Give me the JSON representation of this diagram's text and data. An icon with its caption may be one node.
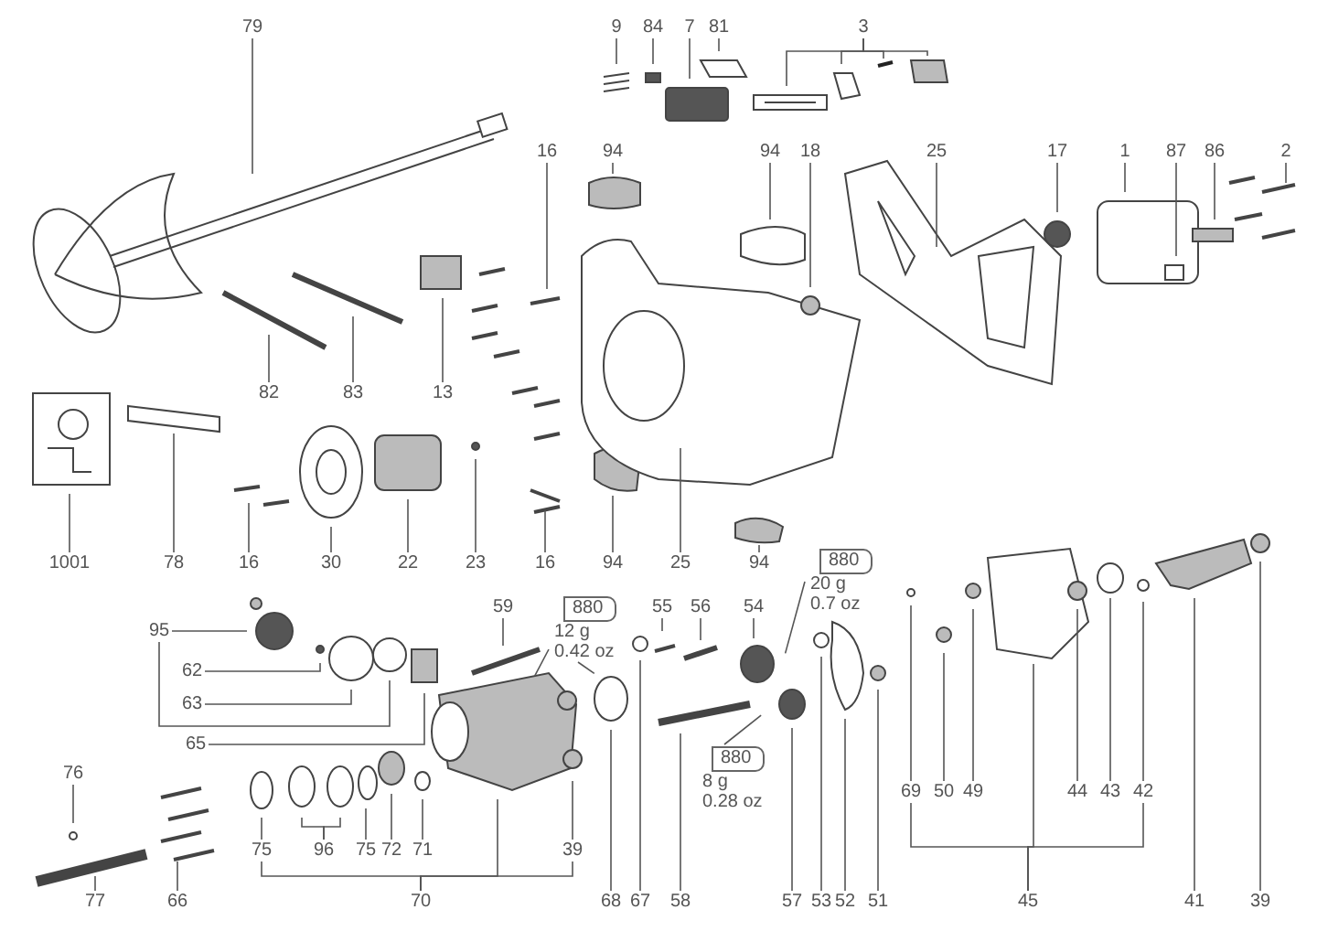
{
  "diagram": {
    "nodes": [
      {
        "text": [
          "79"
        ]
      },
      {
        "text": [
          "9"
        ]
      },
      {
        "text": [
          "84"
        ]
      },
      {
        "text": [
          "7"
        ]
      },
      {
        "text": [
          "81"
        ]
      },
      {
        "text": [
          "3"
        ]
      },
      {
        "text": [
          "16"
        ]
      },
      {
        "text": [
          "94"
        ]
      },
      {
        "text": [
          "94"
        ]
      },
      {
        "text": [
          "18"
        ]
      },
      {
        "text": [
          "25"
        ]
      },
      {
        "text": [
          "17"
        ]
      },
      {
        "text": [
          "1"
        ]
      },
      {
        "text": [
          "87"
        ]
      },
      {
        "text": [
          "86"
        ]
      },
      {
        "text": [
          "2"
        ]
      },
      {
        "text": [
          "82"
        ]
      },
      {
        "text": [
          "83"
        ]
      },
      {
        "text": [
          "13"
        ]
      },
      {
        "text": [
          "1001"
        ]
      },
      {
        "text": [
          "78"
        ]
      },
      {
        "text": [
          "16"
        ]
      },
      {
        "text": [
          "30"
        ]
      },
      {
        "text": [
          "22"
        ]
      },
      {
        "text": [
          "23"
        ]
      },
      {
        "text": [
          "16"
        ]
      },
      {
        "text": [
          "94"
        ]
      },
      {
        "text": [
          "25"
        ]
      },
      {
        "text": [
          "94"
        ]
      },
      {
        "text": [
          "59"
        ]
      },
      {
        "text": [
          "880"
        ],
        "beside": [
          "12 g",
          "0.42 oz"
        ]
      },
      {
        "text": [
          "55"
        ]
      },
      {
        "text": [
          "56"
        ]
      },
      {
        "text": [
          "54"
        ]
      },
      {
        "text": [
          "880"
        ],
        "beside": [
          "20 g",
          "0.7 oz"
        ]
      },
      {
        "text": [
          "95"
        ]
      },
      {
        "text": [
          "62"
        ]
      },
      {
        "text": [
          "63"
        ]
      },
      {
        "text": [
          "65"
        ]
      },
      {
        "text": [
          "76"
        ]
      },
      {
        "text": [
          "77"
        ]
      },
      {
        "text": [
          "66"
        ]
      },
      {
        "text": [
          "75"
        ]
      },
      {
        "text": [
          "96"
        ]
      },
      {
        "text": [
          "75"
        ]
      },
      {
        "text": [
          "72"
        ]
      },
      {
        "text": [
          "71"
        ]
      },
      {
        "text": [
          "39"
        ]
      },
      {
        "text": [
          "70"
        ]
      },
      {
        "text": [
          "68"
        ]
      },
      {
        "text": [
          "67"
        ]
      },
      {
        "text": [
          "880"
        ],
        "beside": [
          "8 g",
          "0.28 oz"
        ]
      },
      {
        "text": [
          "58"
        ]
      },
      {
        "text": [
          "57"
        ]
      },
      {
        "text": [
          "53"
        ]
      },
      {
        "text": [
          "52"
        ]
      },
      {
        "text": [
          "51"
        ]
      },
      {
        "text": [
          "69"
        ]
      },
      {
        "text": [
          "50"
        ]
      },
      {
        "text": [
          "49"
        ]
      },
      {
        "text": [
          "44"
        ]
      },
      {
        "text": [
          "43"
        ]
      },
      {
        "text": [
          "42"
        ]
      },
      {
        "text": [
          "45"
        ]
      },
      {
        "text": [
          "41"
        ]
      },
      {
        "text": [
          "39"
        ]
      }
    ],
    "edges": [
      {
        "from": 0,
        "to": null,
        "arrow": "none"
      },
      {
        "from": 1,
        "to": null,
        "arrow": "none"
      },
      {
        "from": 2,
        "to": null,
        "arrow": "none"
      },
      {
        "from": 3,
        "to": null,
        "arrow": "none"
      },
      {
        "from": 4,
        "to": null,
        "arrow": "none"
      },
      {
        "from": 5,
        "to": null,
        "arrow": "none"
      },
      {
        "from": 5,
        "to": null,
        "arrow": "none"
      },
      {
        "from": 5,
        "to": null,
        "arrow": "none"
      },
      {
        "from": 5,
        "to": null,
        "arrow": "none"
      },
      {
        "from": 6,
        "to": null,
        "arrow": "none"
      },
      {
        "from": 7,
        "to": null,
        "arrow": "none"
      },
      {
        "from": 8,
        "to": null,
        "arrow": "none"
      },
      {
        "from": 9,
        "to": null,
        "arrow": "none"
      },
      {
        "from": 10,
        "to": null,
        "arrow": "none"
      },
      {
        "from": 11,
        "to": null,
        "arrow": "none"
      },
      {
        "from": 12,
        "to": null,
        "arrow": "none"
      },
      {
        "from": 13,
        "to": null,
        "arrow": "none"
      },
      {
        "from": 14,
        "to": null,
        "arrow": "none"
      },
      {
        "from": 15,
        "to": null,
        "arrow": "none"
      },
      {
        "from": 16,
        "to": null,
        "arrow": "none"
      },
      {
        "from": 17,
        "to": null,
        "arrow": "none"
      },
      {
        "from": 18,
        "to": null,
        "arrow": "none"
      },
      {
        "from": 19,
        "to": null,
        "arrow": "none"
      },
      {
        "from": 20,
        "to": null,
        "arrow": "none"
      },
      {
        "from": 21,
        "to": null,
        "arrow": "none"
      },
      {
        "from": 22,
        "to": null,
        "arrow": "none"
      },
      {
        "from": 23,
        "to": null,
        "arrow": "none"
      },
      {
        "from": 24,
        "to": null,
        "arrow": "none"
      },
      {
        "from": 25,
        "to": null,
        "arrow": "none"
      },
      {
        "from": 26,
        "to": null,
        "arrow": "none"
      },
      {
        "from": 27,
        "to": null,
        "arrow": "none"
      },
      {
        "from": 28,
        "to": null,
        "arrow": "none"
      },
      {
        "from": 29,
        "to": null,
        "arrow": "none"
      },
      {
        "from": 30,
        "to": null,
        "arrow": "none"
      },
      {
        "from": 30,
        "to": null,
        "arrow": "none"
      },
      {
        "from": 31,
        "to": null,
        "arrow": "none"
      },
      {
        "from": 32,
        "to": null,
        "arrow": "none"
      },
      {
        "from": 33,
        "to": null,
        "arrow": "none"
      },
      {
        "from": 34,
        "to": null,
        "arrow": "none"
      },
      {
        "from": 35,
        "to": null,
        "arrow": "none"
      },
      {
        "from": 35,
        "to": null,
        "arrow": "none"
      },
      {
        "from": 36,
        "to": null,
        "arrow": "none"
      },
      {
        "from": 37,
        "to": null,
        "arrow": "none"
      },
      {
        "from": 38,
        "to": null,
        "arrow": "none"
      },
      {
        "from": 39,
        "to": null,
        "arrow": "none"
      },
      {
        "from": 40,
        "to": null,
        "arrow": "none"
      },
      {
        "from": 41,
        "to": null,
        "arrow": "none"
      },
      {
        "from": 42,
        "to": null,
        "arrow": "none"
      },
      {
        "from": 43,
        "to": null,
        "arrow": "none"
      },
      {
        "from": 43,
        "to": null,
        "arrow": "none"
      },
      {
        "from": 44,
        "to": null,
        "arrow": "none"
      },
      {
        "from": 45,
        "to": null,
        "arrow": "none"
      },
      {
        "from": 46,
        "to": null,
        "arrow": "none"
      },
      {
        "from": 47,
        "to": null,
        "arrow": "none"
      },
      {
        "from": 48,
        "to": 42,
        "arrow": "none"
      },
      {
        "from": 48,
        "to": null,
        "arrow": "none"
      },
      {
        "from": 48,
        "to": 47,
        "arrow": "none"
      },
      {
        "from": 49,
        "to": null,
        "arrow": "none"
      },
      {
        "from": 50,
        "to": null,
        "arrow": "none"
      },
      {
        "from": 51,
        "to": null,
        "arrow": "none"
      },
      {
        "from": 52,
        "to": null,
        "arrow": "none"
      },
      {
        "from": 53,
        "to": null,
        "arrow": "none"
      },
      {
        "from": 54,
        "to": null,
        "arrow": "none"
      },
      {
        "from": 55,
        "to": null,
        "arrow": "none"
      },
      {
        "from": 56,
        "to": null,
        "arrow": "none"
      },
      {
        "from": 57,
        "to": null,
        "arrow": "none"
      },
      {
        "from": 58,
        "to": null,
        "arrow": "none"
      },
      {
        "from": 59,
        "to": null,
        "arrow": "none"
      },
      {
        "from": 60,
        "to": null,
        "arrow": "none"
      },
      {
        "from": 61,
        "to": null,
        "arrow": "none"
      },
      {
        "from": 62,
        "to": null,
        "arrow": "none"
      },
      {
        "from": 63,
        "to": 57,
        "arrow": "none"
      },
      {
        "from": 63,
        "to": null,
        "arrow": "none"
      },
      {
        "from": 63,
        "to": 62,
        "arrow": "none"
      },
      {
        "from": 64,
        "to": null,
        "arrow": "none"
      },
      {
        "from": 65,
        "to": null,
        "arrow": "none"
      }
    ]
  }
}
